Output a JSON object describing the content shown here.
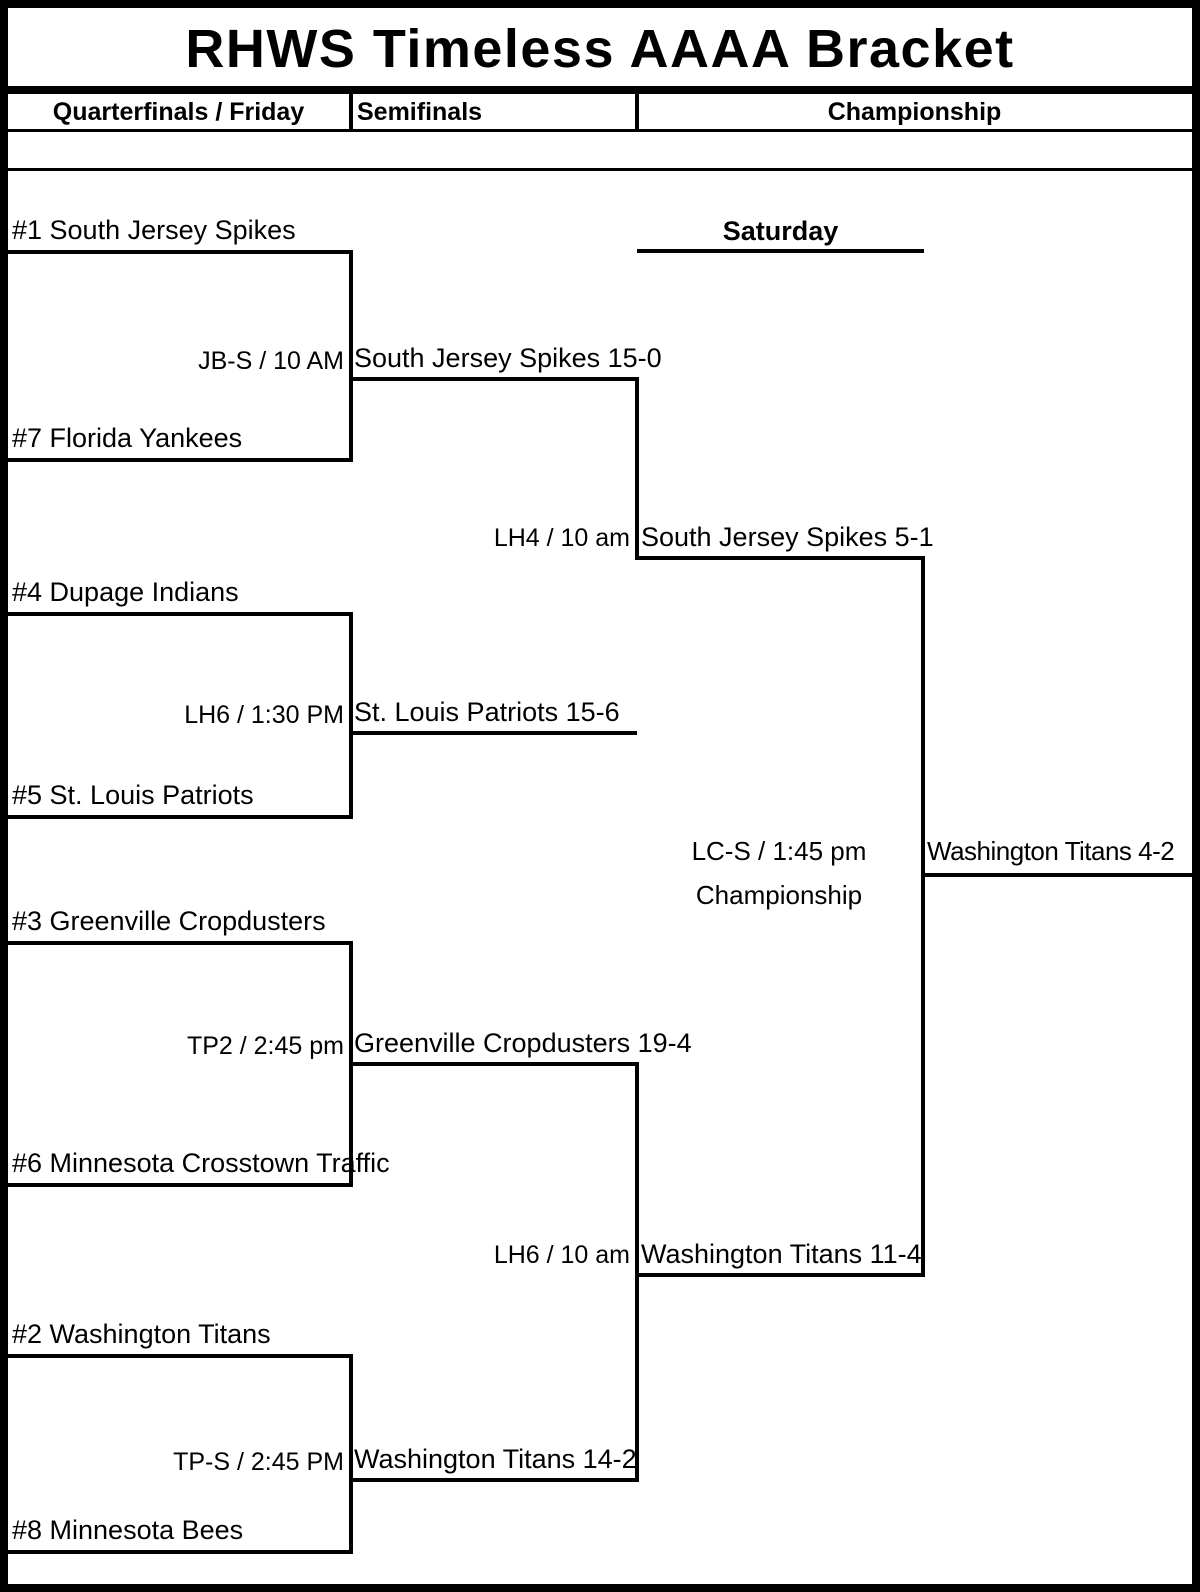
{
  "page": {
    "title": "RHWS Timeless AAAA Bracket"
  },
  "headers": {
    "round1": "Quarterfinals / Friday",
    "round2": "Semifinals",
    "round3": "Championship"
  },
  "day_label": "Saturday",
  "seeds": {
    "s1": "#1 South Jersey Spikes",
    "s7": "#7 Florida Yankees",
    "s4": "#4 Dupage Indians",
    "s5": "#5 St. Louis Patriots",
    "s3": "#3 Greenville Cropdusters",
    "s6": "#6 Minnesota Crosstown Traffic",
    "s2": "#2 Washington Titans",
    "s8": "#8 Minnesota Bees"
  },
  "quarterfinals": [
    {
      "game_time": "JB-S / 10 AM",
      "winner": "South Jersey Spikes 15-0"
    },
    {
      "game_time": "LH6 / 1:30 PM",
      "winner": "St. Louis Patriots 15-6"
    },
    {
      "game_time": "TP2 / 2:45 pm",
      "winner": "Greenville Cropdusters 19-4"
    },
    {
      "game_time": "TP-S / 2:45 PM",
      "winner": "Washington Titans 14-2"
    }
  ],
  "semifinals": [
    {
      "game_time": "LH4 / 10 am",
      "winner": "South Jersey Spikes 5-1"
    },
    {
      "game_time": "LH6 / 10 am",
      "winner": "Washington Titans 11-4"
    }
  ],
  "championship": {
    "game_time": "LC-S / 1:45 pm",
    "round_label": "Championship",
    "winner": "Washington Titans 4-2"
  },
  "colors": {
    "ink": "#000000",
    "paper": "#ffffff"
  }
}
